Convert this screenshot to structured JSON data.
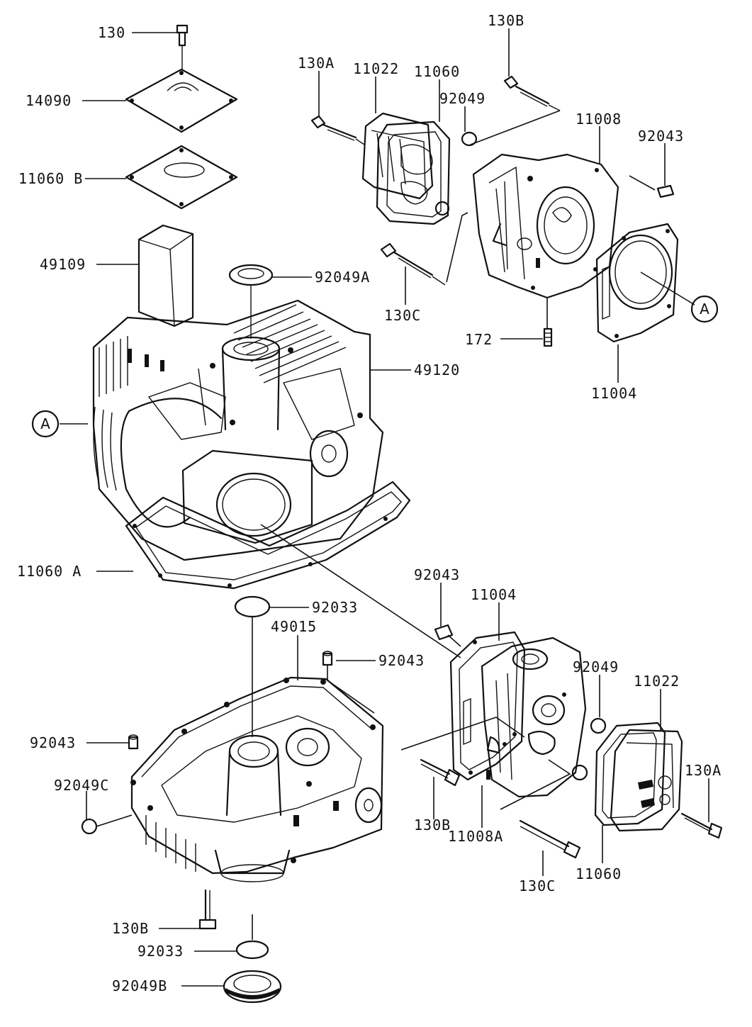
{
  "diagram": {
    "callouts": [
      {
        "id": "c1",
        "text": "130"
      },
      {
        "id": "c2",
        "text": "14090"
      },
      {
        "id": "c3",
        "text": "11060 B"
      },
      {
        "id": "c4",
        "text": "49109"
      },
      {
        "id": "c5",
        "text": "92049A"
      },
      {
        "id": "c6",
        "text": "49120"
      },
      {
        "id": "c7",
        "text": "11060 A"
      },
      {
        "id": "c8",
        "text": "92033"
      },
      {
        "id": "c9",
        "text": "49015"
      },
      {
        "id": "c10",
        "text": "92043"
      },
      {
        "id": "c11",
        "text": "92043"
      },
      {
        "id": "c12",
        "text": "92049C"
      },
      {
        "id": "c13",
        "text": "130B"
      },
      {
        "id": "c14",
        "text": "92033"
      },
      {
        "id": "c15",
        "text": "92049B"
      },
      {
        "id": "c16",
        "text": "130A"
      },
      {
        "id": "c17",
        "text": "11022"
      },
      {
        "id": "c18",
        "text": "11060"
      },
      {
        "id": "c19",
        "text": "130B"
      },
      {
        "id": "c20",
        "text": "92049"
      },
      {
        "id": "c21",
        "text": "11008"
      },
      {
        "id": "c22",
        "text": "92043"
      },
      {
        "id": "c23",
        "text": "130C"
      },
      {
        "id": "c24",
        "text": "172"
      },
      {
        "id": "c25",
        "text": "11004"
      },
      {
        "id": "c26",
        "text": "92043"
      },
      {
        "id": "c27",
        "text": "11004"
      },
      {
        "id": "c28",
        "text": "92049"
      },
      {
        "id": "c29",
        "text": "11022"
      },
      {
        "id": "c30",
        "text": "130A"
      },
      {
        "id": "c31",
        "text": "130B"
      },
      {
        "id": "c32",
        "text": "11008A"
      },
      {
        "id": "c33",
        "text": "130C"
      },
      {
        "id": "c34",
        "text": "11060"
      }
    ],
    "reference_markers": [
      {
        "id": "r1",
        "text": "A"
      },
      {
        "id": "r2",
        "text": "A"
      }
    ]
  }
}
